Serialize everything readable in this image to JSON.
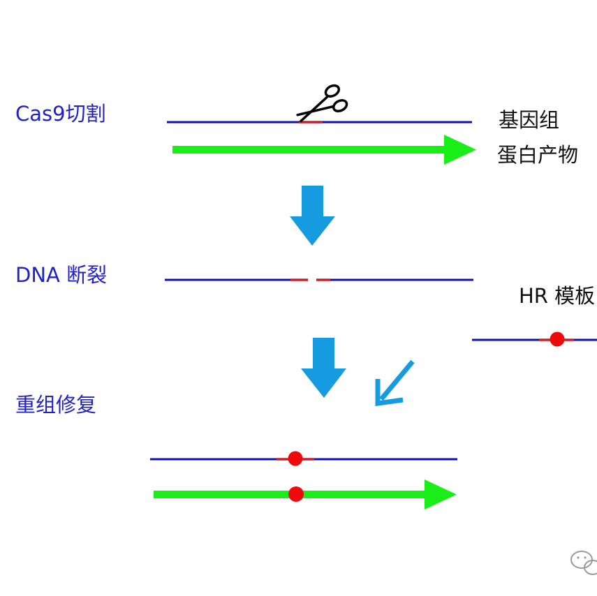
{
  "steps": {
    "cut": "Cas9切割",
    "break": "DNA 断裂",
    "repair": "重组修复"
  },
  "side_labels": {
    "genome": "基因组",
    "protein": "蛋白产物",
    "template": "HR 模板"
  },
  "colors": {
    "step_text": "#2121c8",
    "dna_line": "#1010b0",
    "target_segment": "#c81e2a",
    "protein_arrow": "#19ee19",
    "process_arrow": "#169be0",
    "mutation_dot": "#ee0a0a"
  },
  "icons": {
    "cut_tool": "scissors-icon",
    "watermark": "wechat-icon"
  }
}
